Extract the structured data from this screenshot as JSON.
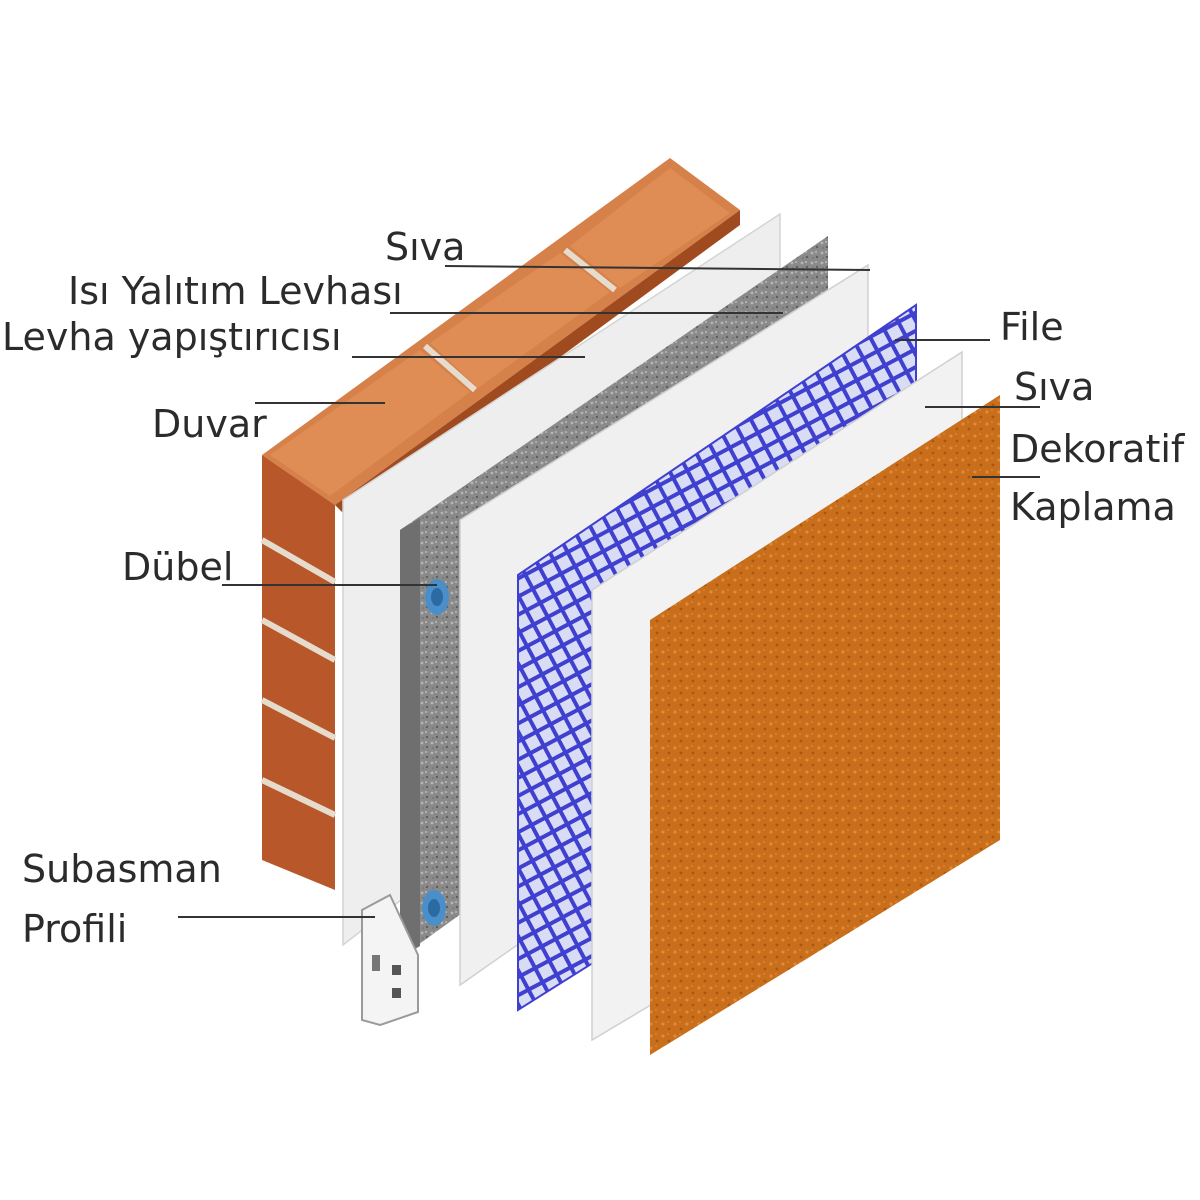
{
  "labels": {
    "siva_inner": "Sıva",
    "isi_yalitim": "Isı Yalıtım Levhası",
    "levha_yapistirici": "Levha yapıştırıcısı",
    "duvar": "Duvar",
    "dubel": "Dübel",
    "subasman_line1": "Subasman",
    "subasman_line2": "Profili",
    "file": "File",
    "siva_outer": "Sıva",
    "dekoratif_line1": "Dekoratif",
    "dekoratif_line2": "Kaplama"
  },
  "colors": {
    "brick": "#c8652e",
    "brick_top": "#dd8a52",
    "brick_side": "#a84f22",
    "mortar": "#e6dccd",
    "render_white": "#efefef",
    "insulation_gray": "#8c8c8c",
    "mesh_blue": "#4b4bd1",
    "decorative_orange": "#c96f1c",
    "leader_line": "#333333"
  }
}
